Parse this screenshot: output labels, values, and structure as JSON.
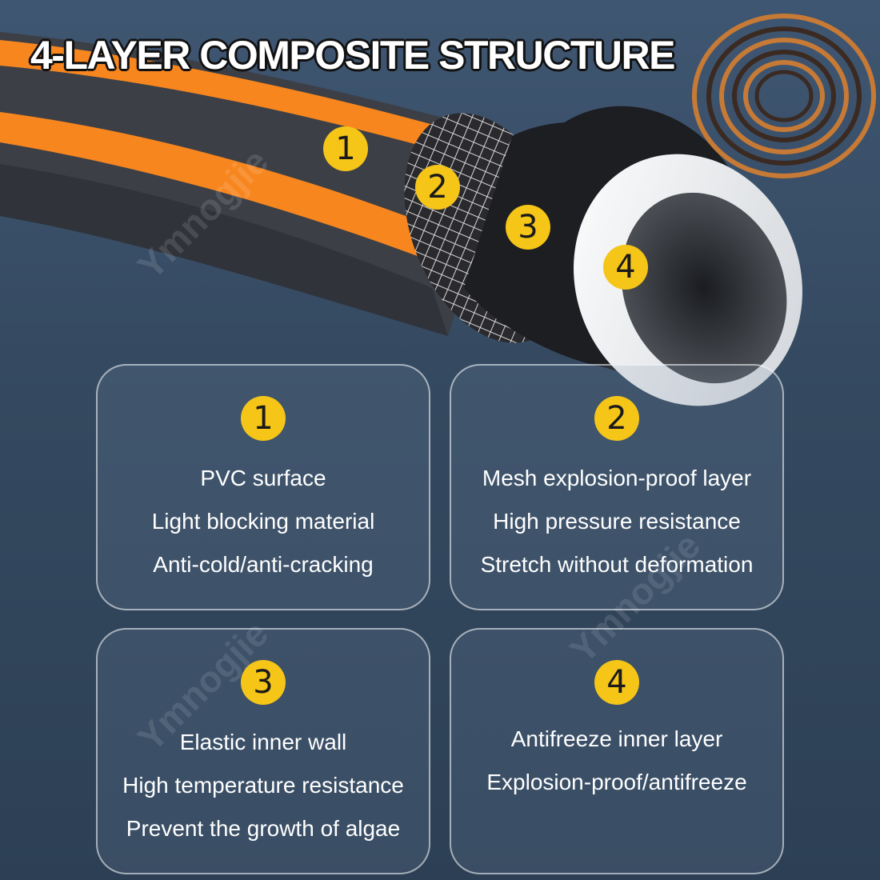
{
  "title": "4-LAYER COMPOSITE STRUCTURE",
  "watermark": "Ymnogjie",
  "colors": {
    "badge": "#f5c518",
    "hose_orange": "#f7861f",
    "hose_dark": "#3a3d44",
    "background": "#34495f"
  },
  "hose_labels": [
    "1",
    "2",
    "3",
    "4"
  ],
  "cards": [
    {
      "number": "1",
      "lines": [
        "PVC surface",
        "Light blocking material",
        "Anti-cold/anti-cracking"
      ]
    },
    {
      "number": "2",
      "lines": [
        "Mesh explosion-proof layer",
        "High pressure resistance",
        "Stretch without deformation"
      ]
    },
    {
      "number": "3",
      "lines": [
        "Elastic inner wall",
        "High temperature resistance",
        "Prevent the growth of algae"
      ]
    },
    {
      "number": "4",
      "lines": [
        "Antifreeze inner layer",
        "Explosion-proof/antifreeze"
      ]
    }
  ]
}
